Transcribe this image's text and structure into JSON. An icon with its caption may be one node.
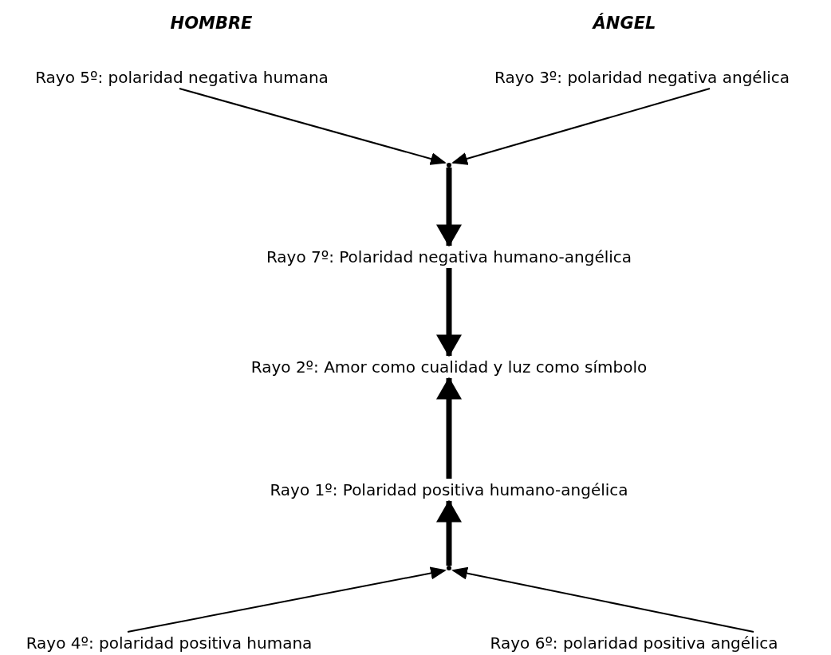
{
  "diagram": {
    "nodes": [
      {
        "text": [
          "Rayo 5º: polaridad negativa humana"
        ]
      },
      {
        "text": [
          "Rayo 3º: polaridad negativa angélica"
        ]
      },
      {
        "text": [],
        "shape": "point"
      },
      {
        "text": [
          "Rayo 7º: Polaridad negativa humano-angélica"
        ]
      },
      {
        "text": [
          "Rayo 2º: Amor como cualidad y luz como símbolo"
        ]
      },
      {
        "text": [
          "Rayo 1º: Polaridad positiva humano-angélica"
        ]
      },
      {
        "text": [],
        "shape": "point"
      },
      {
        "text": [
          "Rayo 4º: polaridad positiva humana"
        ]
      },
      {
        "text": [
          "Rayo 6º: polaridad positiva angélica"
        ]
      }
    ],
    "edges": [
      {
        "from": 0,
        "to": 2,
        "arrow": "to"
      },
      {
        "from": 1,
        "to": 2,
        "arrow": "to"
      },
      {
        "from": 2,
        "to": 3,
        "arrow": "to",
        "style": "thick"
      },
      {
        "from": 3,
        "to": 4,
        "arrow": "to",
        "style": "thick"
      },
      {
        "from": 5,
        "to": 4,
        "arrow": "to",
        "style": "thick"
      },
      {
        "from": 6,
        "to": 5,
        "arrow": "to",
        "style": "thick"
      },
      {
        "from": 7,
        "to": 6,
        "arrow": "to"
      },
      {
        "from": 8,
        "to": 6,
        "arrow": "to"
      }
    ],
    "labels": [
      "HOMBRE",
      "ÁNGEL"
    ]
  }
}
